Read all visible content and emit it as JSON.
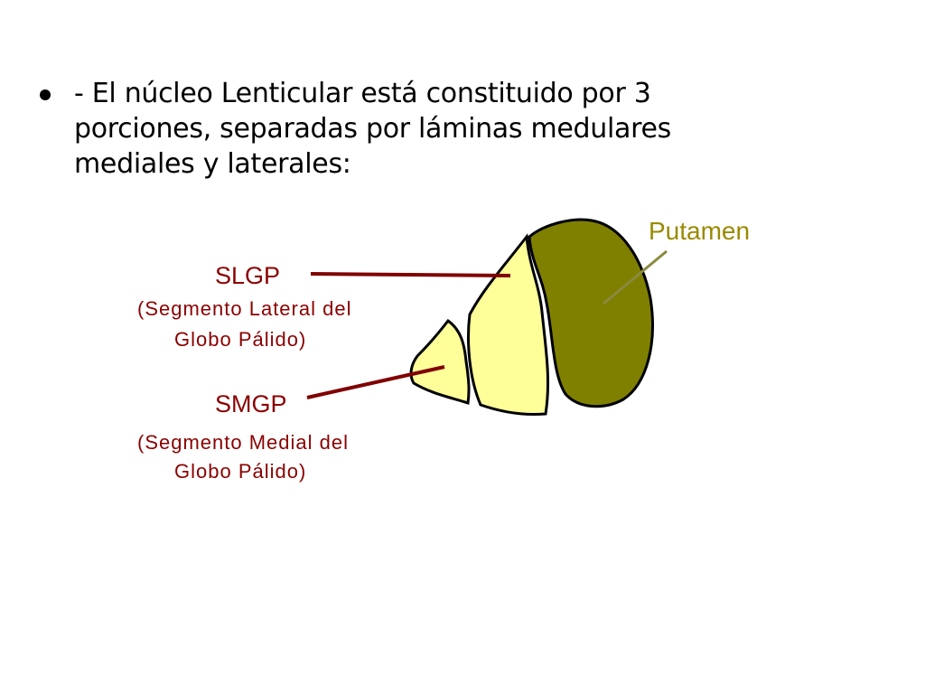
{
  "bullet": {
    "text": "- El núcleo Lenticular está constituido por 3 porciones, separadas por láminas medulares mediales y laterales:"
  },
  "labels": {
    "putamen": "Putamen",
    "slgp": "SLGP",
    "slgp_desc_1": "(Segmento Lateral del",
    "slgp_desc_2": "Globo Pálido)",
    "smgp": "SMGP",
    "smgp_desc_1": "(Segmento Medial del",
    "smgp_desc_2": "Globo Pálido)"
  },
  "colors": {
    "putamen_fill": "#808000",
    "globus_fill": "#ffff99",
    "leader_line": "#800000",
    "putamen_leader": "#8a8a40",
    "label_text": "#8b0000",
    "putamen_text": "#9a8a00"
  }
}
